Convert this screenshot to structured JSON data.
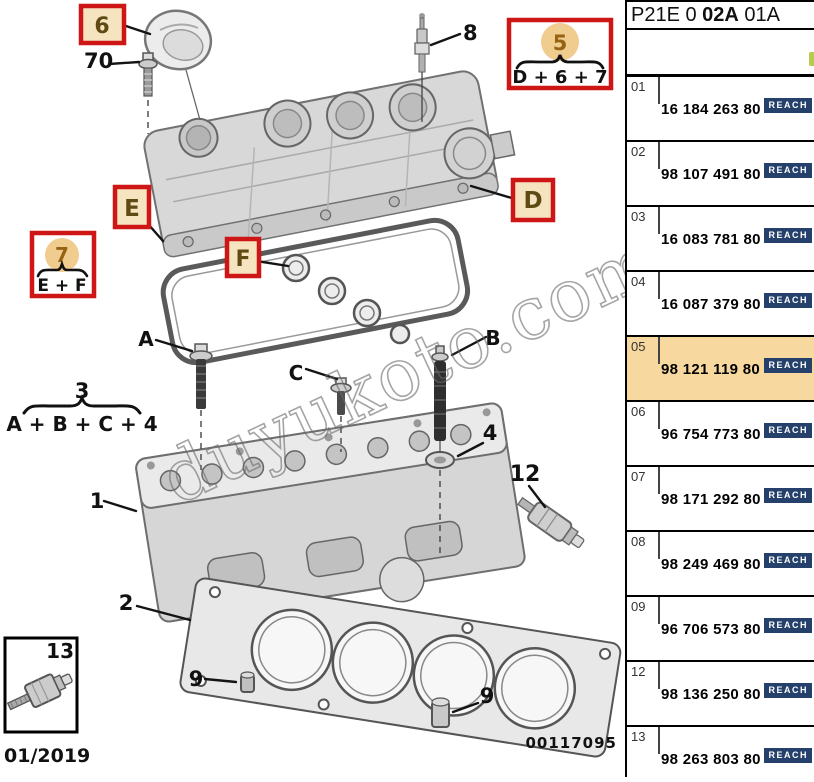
{
  "catalog": {
    "code_prefix": "P21E 0 ",
    "code_bold": "02A",
    "code_suffix": " 01A"
  },
  "table": {
    "selected_row": "05",
    "rows": [
      {
        "index": "01",
        "part_number": "16 184 263 80",
        "badge": "REACH"
      },
      {
        "index": "02",
        "part_number": "98 107 491 80",
        "badge": "REACH"
      },
      {
        "index": "03",
        "part_number": "16 083 781 80",
        "badge": "REACH"
      },
      {
        "index": "04",
        "part_number": "16 087 379 80",
        "badge": "REACH"
      },
      {
        "index": "05",
        "part_number": "98 121 119 80",
        "badge": "REACH"
      },
      {
        "index": "06",
        "part_number": "96 754 773 80",
        "badge": "REACH"
      },
      {
        "index": "07",
        "part_number": "98 171 292 80",
        "badge": "REACH"
      },
      {
        "index": "08",
        "part_number": "98 249 469 80",
        "badge": "REACH"
      },
      {
        "index": "09",
        "part_number": "96 706 573 80",
        "badge": "REACH"
      },
      {
        "index": "12",
        "part_number": "98 136 250 80",
        "badge": "REACH"
      },
      {
        "index": "13",
        "part_number": "98 263 803 80",
        "badge": "REACH"
      }
    ]
  },
  "diagram": {
    "callouts": {
      "n1": "1",
      "n2": "2",
      "n3": "3",
      "n4": "4",
      "n5": "5",
      "n6": "6",
      "n7": "7",
      "n8": "8",
      "n9a": "9",
      "n9b": "9",
      "n12": "12",
      "n13": "13",
      "n70": "70",
      "lA": "A",
      "lB": "B",
      "lC": "C",
      "lD": "D",
      "lE": "E",
      "lF": "F"
    },
    "formulas": {
      "group3": "A + B + C + 4",
      "group5": "D + 6 + 7",
      "group7": "E + F"
    },
    "inset_date": "01/2019",
    "figure_number": "00117095",
    "watermark": "duyukoto.com"
  },
  "colors": {
    "accent_red": "#cf1616",
    "callout_fill": "#f6e3c0",
    "callout_circle": "#f0cc8e",
    "badge_navy": "#24406b",
    "row_highlight": "#f7d9a0"
  }
}
